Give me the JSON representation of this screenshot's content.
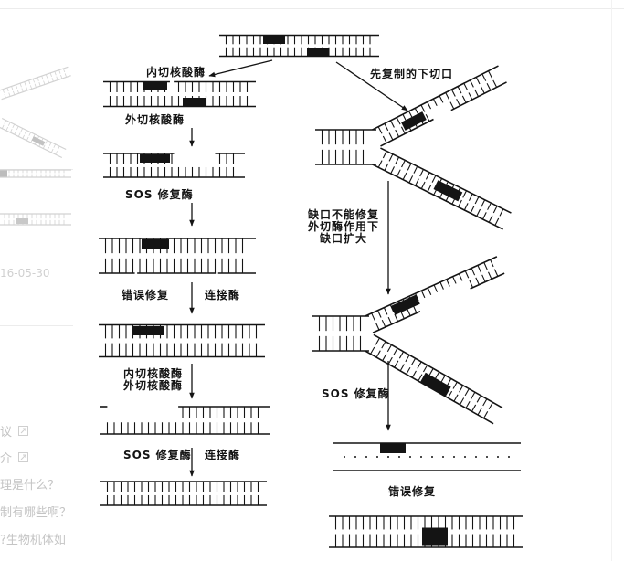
{
  "colors": {
    "ink": "#141414",
    "faded_text": "#c4c4c4",
    "faded_line": "#ececec",
    "panel_bg": "#ffffff"
  },
  "background_page": {
    "date": "16-05-30",
    "item_icon": "link-icon",
    "links": [
      "议",
      "介"
    ],
    "questions": [
      "理是什么？",
      "制有哪些啊？",
      "?生物机体如"
    ]
  },
  "diagram": {
    "left_pathway": {
      "endonuclease_1": "内切核酸酶",
      "exonuclease_1": "外切核酸酶",
      "sos_enzyme_1": "SOS 修复酶",
      "error_repair": "错误修复",
      "ligase_1": "连接酶",
      "endonuclease_2": "内切核酸酶",
      "exonuclease_2": "外切核酸酶",
      "sos_enzyme_2": "SOS 修复酶",
      "ligase_2": "连接酶"
    },
    "right_pathway": {
      "replication_nick": "先复制的下切口",
      "gap_note": [
        "缺口不能修复",
        "外切酶作用下",
        "缺口扩大"
      ],
      "sos_enzyme": "SOS 修复酶",
      "error_repair": "错误修复"
    }
  }
}
